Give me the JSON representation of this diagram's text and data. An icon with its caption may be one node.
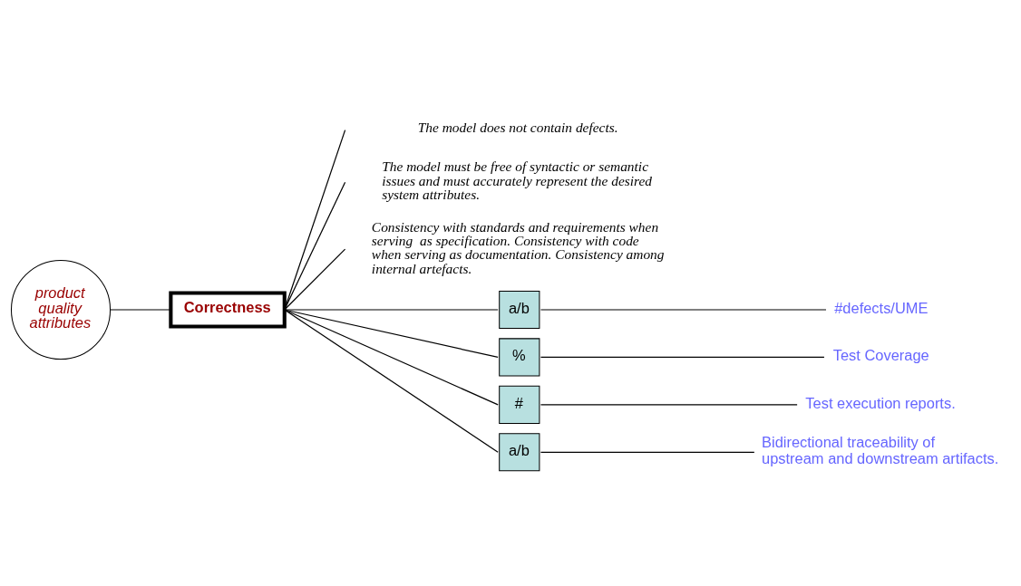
{
  "diagram": {
    "nodes": [
      {
        "text": [
          "product quality attributes"
        ]
      },
      {
        "text": [
          "Correctness"
        ]
      },
      {
        "text": [
          "The model does not contain defects."
        ]
      },
      {
        "text": [
          "The model must be free of syntactic or semantic issues and must accurately represent the desired system attributes."
        ]
      },
      {
        "text": [
          "Consistency with standards and requirements when serving  as specification. Consistency with code when serving as documentation. Consistency among internal artefacts."
        ]
      },
      {
        "text": [
          "a/b"
        ]
      },
      {
        "text": [
          "#defects/UME"
        ]
      },
      {
        "text": [
          "%"
        ]
      },
      {
        "text": [
          "Test Coverage"
        ]
      },
      {
        "text": [
          "#"
        ]
      },
      {
        "text": [
          "Test execution reports."
        ]
      },
      {
        "text": [
          "a/b"
        ]
      },
      {
        "text": [
          "Bidirectional traceability of upstream and downstream artifacts."
        ]
      }
    ],
    "edges": [
      {
        "from": 0,
        "to": 1,
        "arrow": "none"
      },
      {
        "from": 1,
        "to": 2,
        "arrow": "none"
      },
      {
        "from": 1,
        "to": 3,
        "arrow": "none"
      },
      {
        "from": 1,
        "to": 4,
        "arrow": "none"
      },
      {
        "from": 1,
        "to": 5,
        "arrow": "none"
      },
      {
        "from": 1,
        "to": 7,
        "arrow": "none"
      },
      {
        "from": 1,
        "to": 9,
        "arrow": "none"
      },
      {
        "from": 1,
        "to": 11,
        "arrow": "none"
      },
      {
        "from": 5,
        "to": 6,
        "arrow": "none"
      },
      {
        "from": 7,
        "to": 8,
        "arrow": "none"
      },
      {
        "from": 9,
        "to": 10,
        "arrow": "none"
      },
      {
        "from": 11,
        "to": 12,
        "arrow": "none"
      }
    ]
  }
}
